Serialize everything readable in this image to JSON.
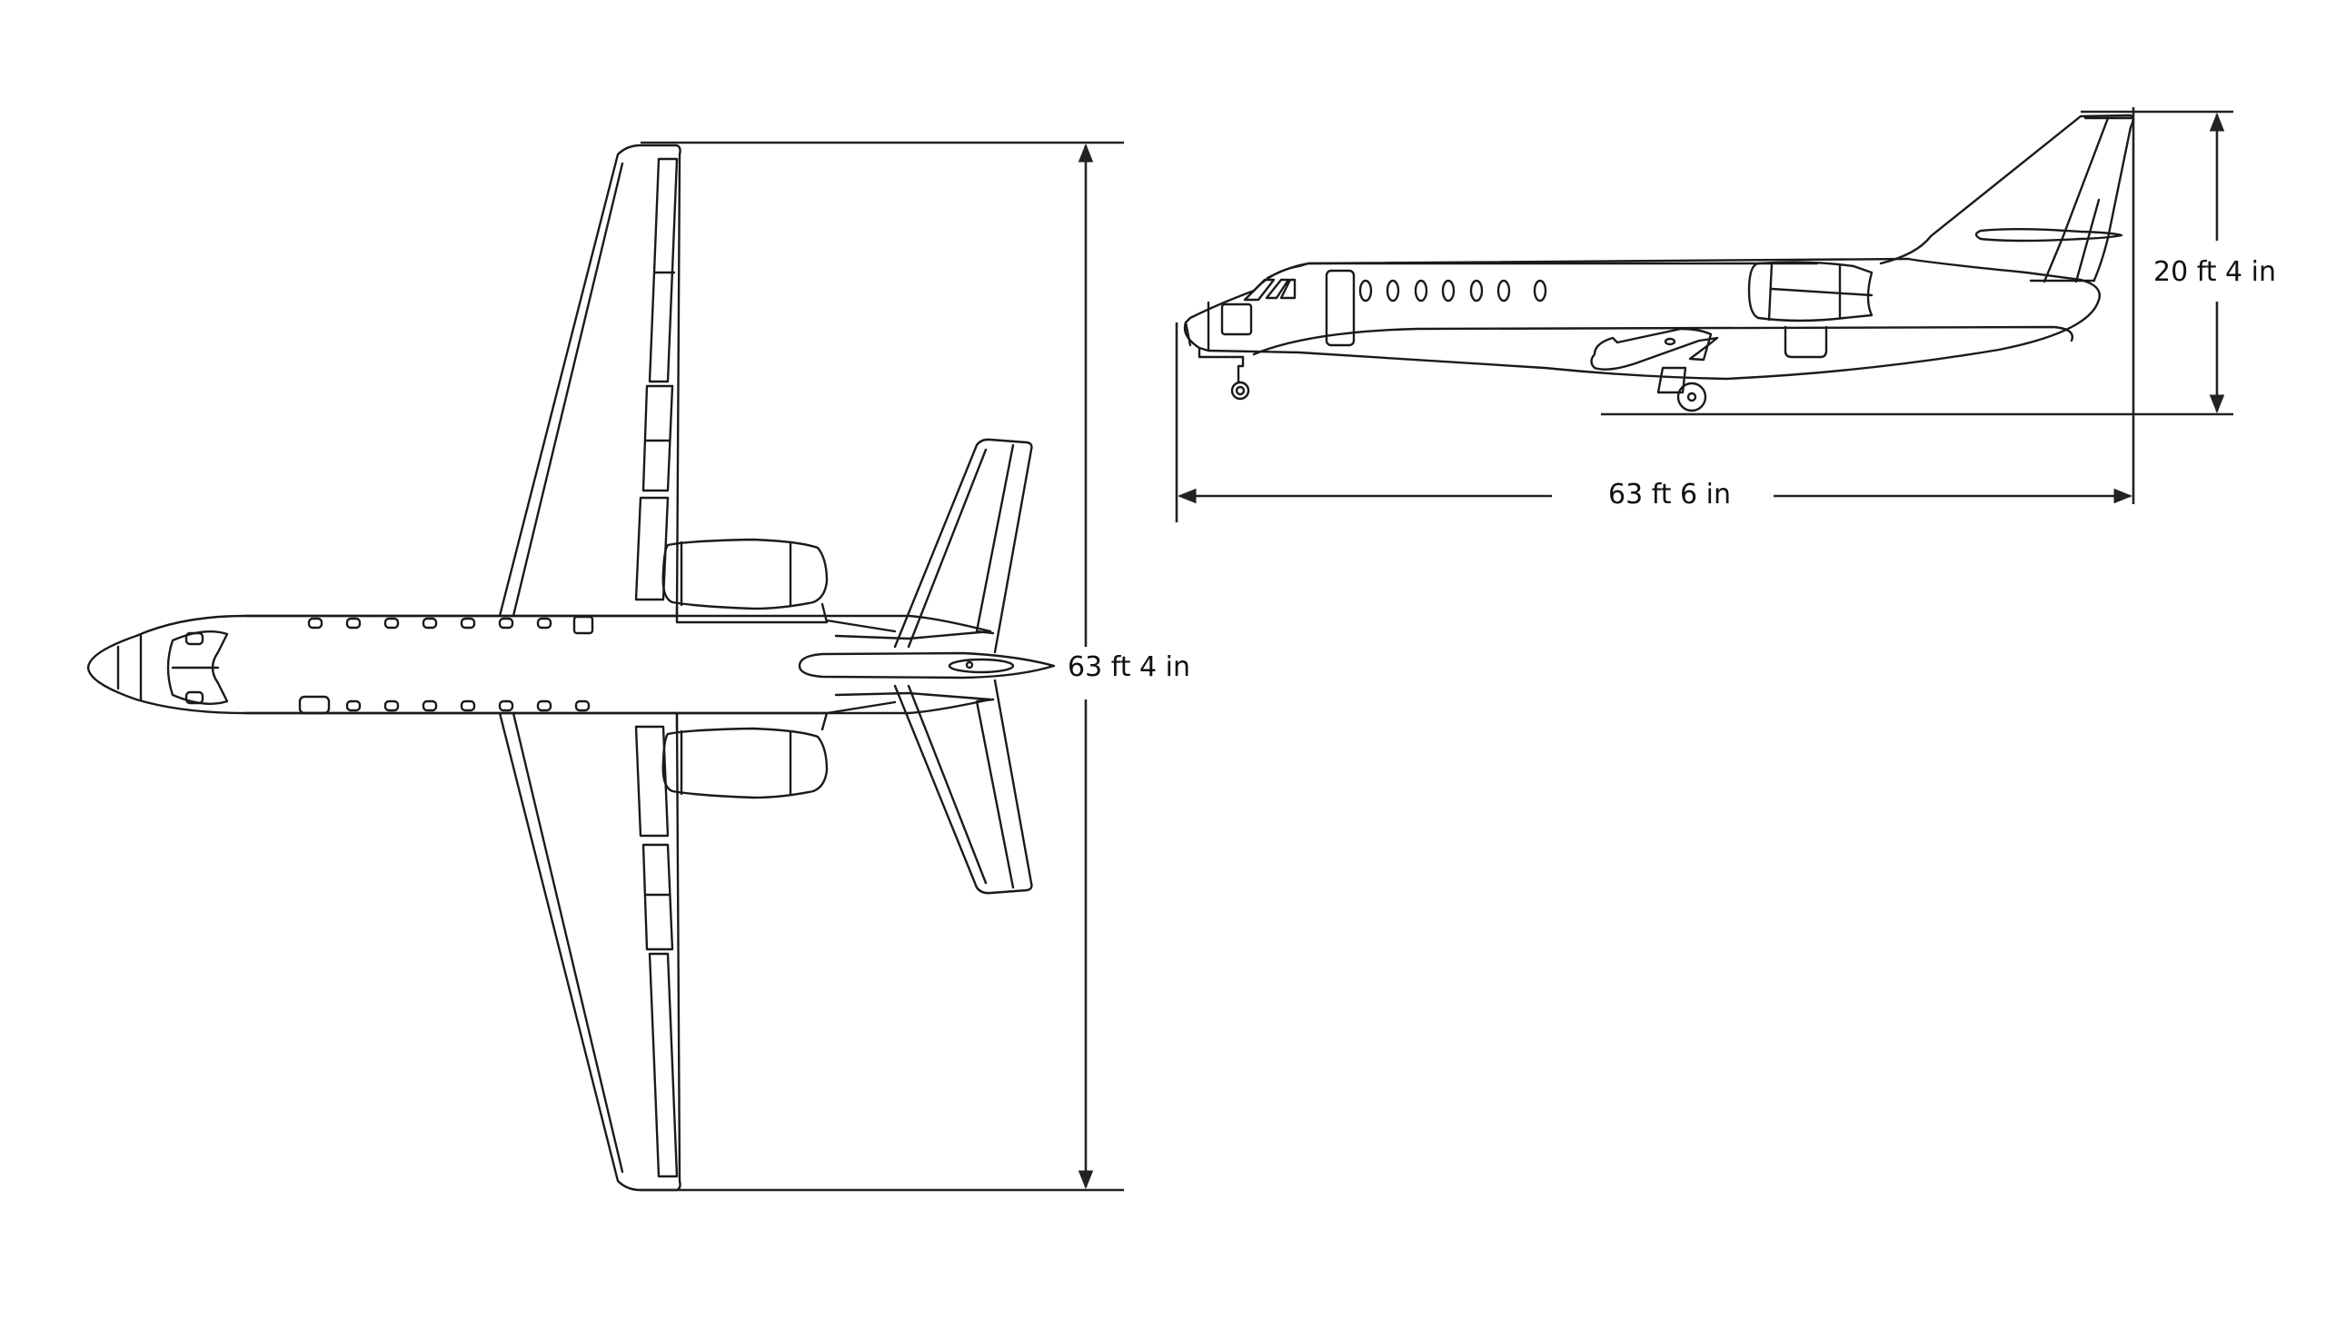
{
  "diagram": {
    "type": "aircraft-dimension-drawing",
    "views": [
      {
        "id": "top-view",
        "name": "Top (plan) view"
      },
      {
        "id": "side-view",
        "name": "Side (profile) view"
      }
    ],
    "dimensions": {
      "wingspan": {
        "label": "63 ft 4 in",
        "view": "top-view",
        "orientation": "vertical"
      },
      "length": {
        "label": "63 ft 6 in",
        "view": "side-view",
        "orientation": "horizontal"
      },
      "height": {
        "label": "20 ft 4 in",
        "view": "side-view",
        "orientation": "vertical"
      }
    },
    "colors": {
      "line": "#1a1a1a",
      "background": "#ffffff"
    }
  }
}
